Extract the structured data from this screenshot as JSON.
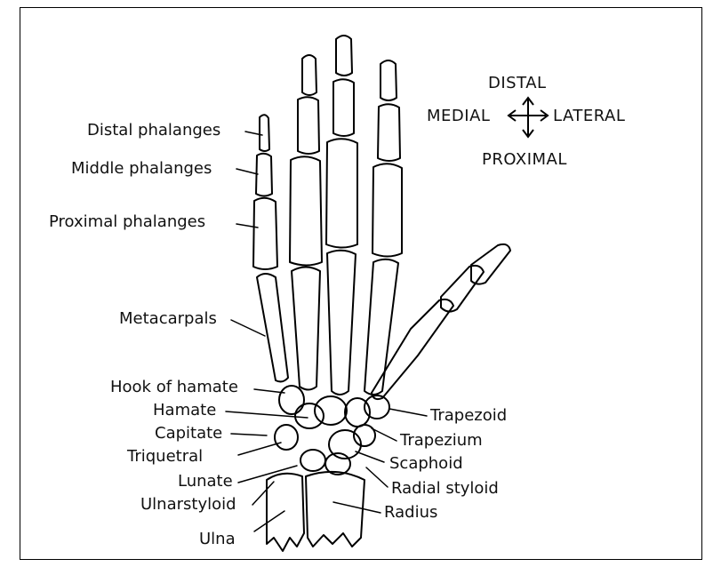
{
  "orientation": {
    "distal": "DISTAL",
    "medial": "MEDIAL",
    "lateral": "LATERAL",
    "proximal": "PROXIMAL"
  },
  "labels": {
    "distal_phalanges": "Distal phalanges",
    "middle_phalanges": "Middle phalanges",
    "proximal_phalanges": "Proximal phalanges",
    "metacarpals": "Metacarpals",
    "hook_of_hamate": "Hook of hamate",
    "hamate": "Hamate",
    "capitate": "Capitate",
    "triquetral": "Triquetral",
    "lunate": "Lunate",
    "ulnar_styloid": "Ulnarstyloid",
    "ulna": "Ulna",
    "trapezoid": "Trapezoid",
    "trapezium": "Trapezium",
    "scaphoid": "Scaphoid",
    "radial_styloid": "Radial styloid",
    "radius": "Radius"
  }
}
